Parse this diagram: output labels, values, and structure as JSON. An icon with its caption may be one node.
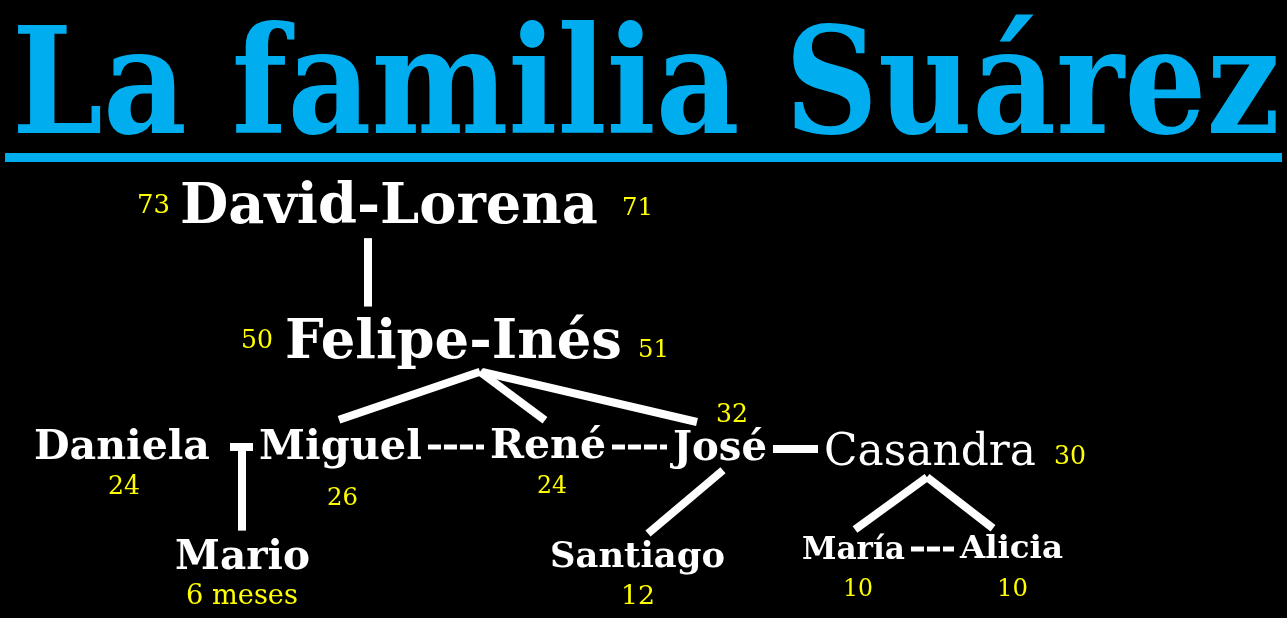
{
  "diagram": {
    "title": "La familia Suárez",
    "nodes": [
      {
        "text": [
          "David-Lorena"
        ],
        "beside": [
          "73",
          "71"
        ]
      },
      {
        "text": [
          "Felipe-Inés"
        ],
        "beside": [
          "50",
          "51"
        ]
      },
      {
        "text": [
          "Daniela"
        ],
        "beside": [
          "24"
        ]
      },
      {
        "text": [],
        "shape": "bar"
      },
      {
        "text": [
          "Miguel"
        ],
        "beside": [
          "26"
        ]
      },
      {
        "text": [
          "René"
        ],
        "beside": [
          "24"
        ]
      },
      {
        "text": [
          "José"
        ],
        "beside": [
          "32"
        ]
      },
      {
        "text": [
          "Casandra"
        ],
        "beside": [
          "30"
        ]
      },
      {
        "text": [
          "Mario"
        ],
        "beside": [
          "6 meses"
        ]
      },
      {
        "text": [
          "Santiago"
        ],
        "beside": [
          "12"
        ]
      },
      {
        "text": [
          "María"
        ],
        "beside": [
          "10"
        ]
      },
      {
        "text": [
          "Alicia"
        ],
        "beside": [
          "10"
        ]
      }
    ],
    "edges": [
      {
        "from": 0,
        "to": 1,
        "arrow": "none"
      },
      {
        "from": 1,
        "to": 4,
        "arrow": "none"
      },
      {
        "from": 1,
        "to": 5,
        "arrow": "none"
      },
      {
        "from": 1,
        "to": 6,
        "arrow": "none"
      },
      {
        "from": 4,
        "to": 5,
        "arrow": "none",
        "style": "dashed"
      },
      {
        "from": 5,
        "to": 6,
        "arrow": "none",
        "style": "dashed"
      },
      {
        "from": 6,
        "to": 7,
        "arrow": "none"
      },
      {
        "from": 3,
        "to": 8,
        "arrow": "none"
      },
      {
        "from": 6,
        "to": 9,
        "arrow": "none"
      },
      {
        "from": 7,
        "to": 10,
        "arrow": "none"
      },
      {
        "from": 7,
        "to": 11,
        "arrow": "none"
      },
      {
        "from": 10,
        "to": 11,
        "arrow": "none",
        "style": "dashed"
      }
    ]
  }
}
